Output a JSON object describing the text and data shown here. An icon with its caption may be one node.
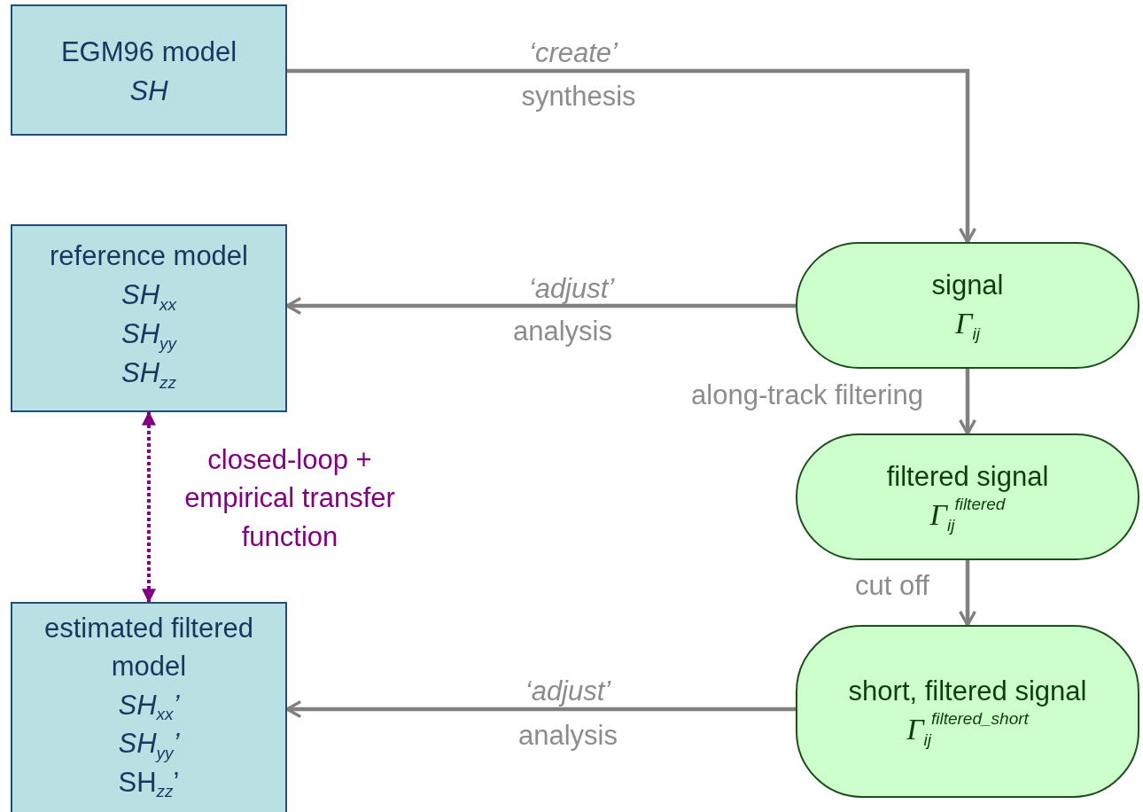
{
  "diagram": {
    "nodes": [
      {
        "text": [
          "EGM96 model",
          "SH"
        ]
      },
      {
        "text": [
          "reference model",
          "SH$_{xx}$",
          "SH$_{yy}$",
          "SH$_{zz}$"
        ]
      },
      {
        "text": [
          "estimated filtered model",
          "SH$_{xx}$’",
          "SH$_{yy}$’",
          "SH$_{zz}$’"
        ]
      },
      {
        "text": [
          "signal",
          "Γ$_{ij}$"
        ]
      },
      {
        "text": [
          "filtered signal",
          "Γ$_{ij}$$^{filtered}$"
        ]
      },
      {
        "text": [
          "short, filtered signal",
          "Γ$_{ij}$$^{filtered_short}$"
        ]
      }
    ],
    "edges": [
      {
        "from": 0,
        "to": 3,
        "arrow": "to",
        "label": "‘create’"
      },
      {
        "from": 3,
        "to": 1,
        "arrow": "to",
        "label": "‘adjust’"
      },
      {
        "from": 3,
        "to": 4,
        "arrow": "to",
        "label": "along-track filtering"
      },
      {
        "from": 4,
        "to": 5,
        "arrow": "to",
        "label": "cut off"
      },
      {
        "from": 5,
        "to": 2,
        "arrow": "to",
        "label": "‘adjust’"
      },
      {
        "from": 1,
        "to": 2,
        "arrow": "both",
        "label": "closed-loop + empirical transfer function",
        "style": "dashed",
        "color": "#800080"
      }
    ],
    "labels": [
      "synthesis",
      "analysis",
      "analysis"
    ]
  }
}
